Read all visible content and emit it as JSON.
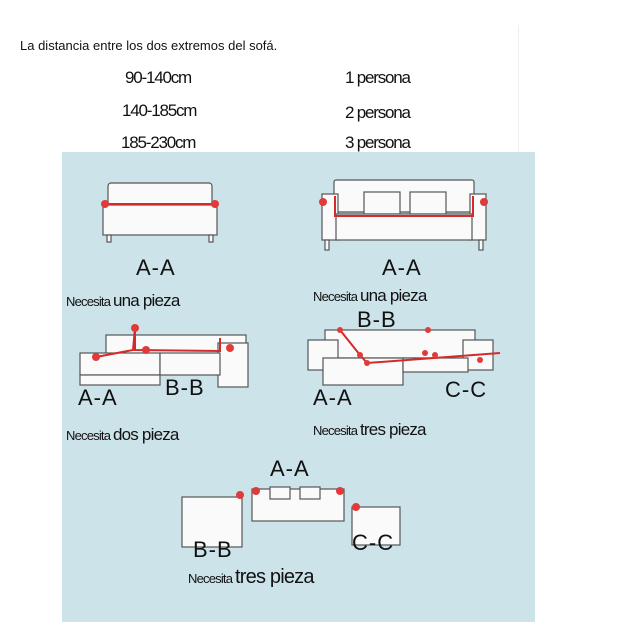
{
  "header": "La distancia entre los dos extremos del sofá.",
  "sizes": [
    {
      "range": "90-140cm",
      "persons": "1 persona"
    },
    {
      "range": "140-185cm",
      "persons": "2 persona"
    },
    {
      "range": "185-230cm",
      "persons": "3 persona"
    }
  ],
  "diagrams": {
    "sofa1": {
      "label": "A-A",
      "need_prefix": "Necesita",
      "need_rest": "una pieza"
    },
    "sofa2": {
      "label": "A-A",
      "need_prefix": "Necesita",
      "need_rest": "una pieza"
    },
    "sectional1": {
      "label_a": "A-A",
      "label_b": "B-B",
      "need_prefix": "Necesita",
      "need_rest": "dos  pieza"
    },
    "sectional2": {
      "label_a": "A-A",
      "label_b": "B-B",
      "label_c": "C-C",
      "need_prefix": "Necesita",
      "need_rest": "tres   pieza"
    },
    "set3": {
      "label_a": "A-A",
      "label_b": "B-B",
      "label_c": "C-C",
      "need_prefix": "Necesita",
      "need_rest": "tres   pieza"
    }
  },
  "colors": {
    "panel": "#cde3ea",
    "marker": "#e03a3a"
  }
}
